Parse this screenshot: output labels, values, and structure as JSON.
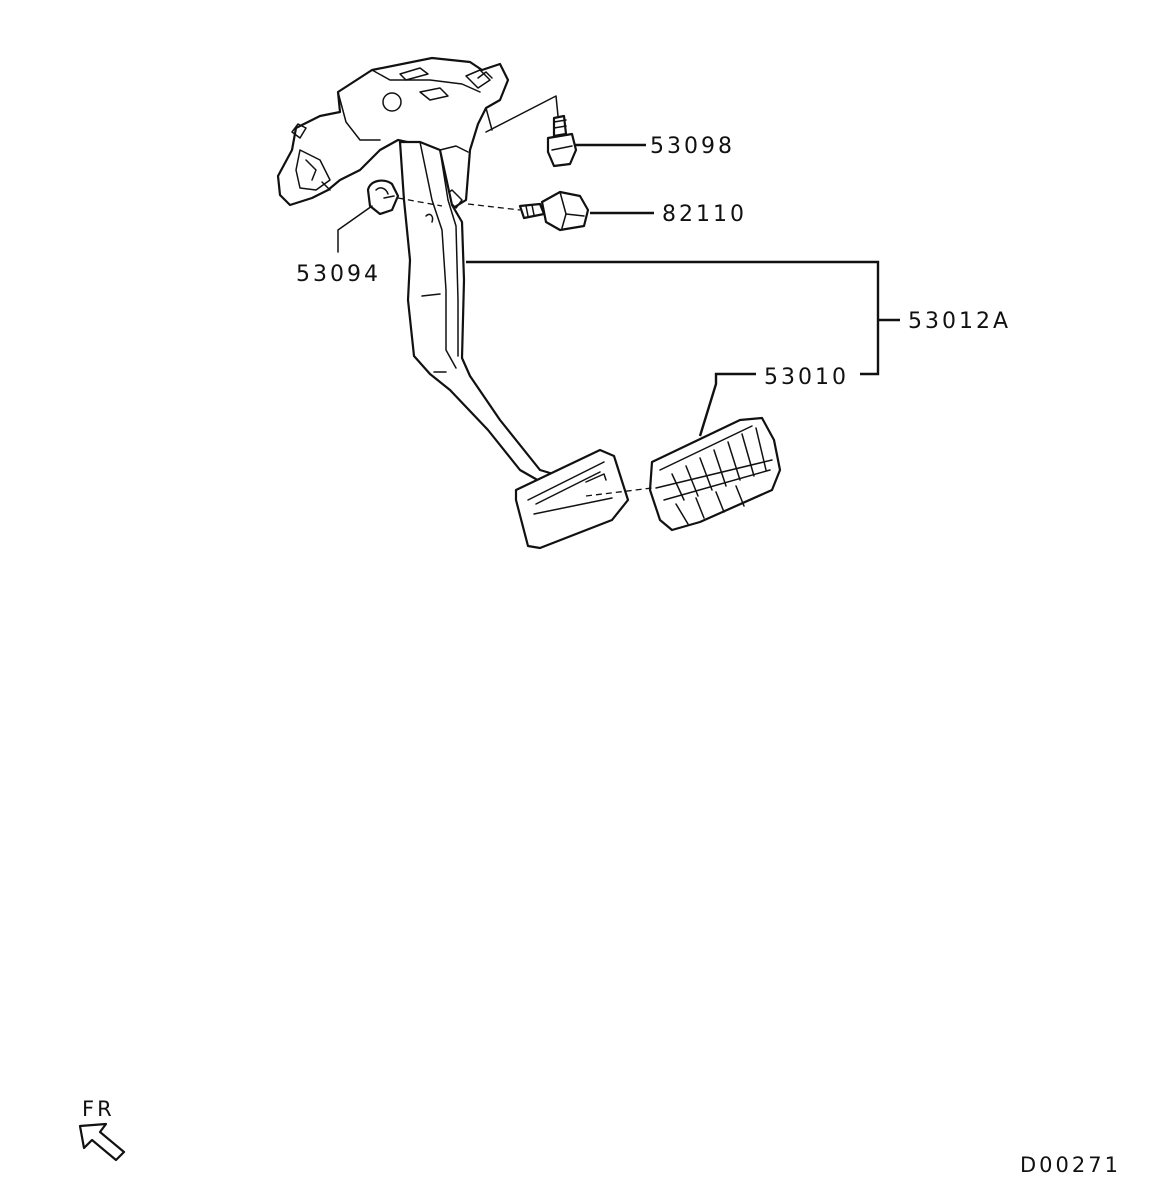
{
  "callouts": {
    "part_53098": "53098",
    "part_82110": "82110",
    "part_53094": "53094",
    "part_53012A": "53012A",
    "part_53010": "53010"
  },
  "orientation": {
    "label": "FR",
    "icon": "front-direction-arrow-icon"
  },
  "diagram_code": "D00271",
  "colors": {
    "line": "#111111",
    "background": "#ffffff"
  }
}
